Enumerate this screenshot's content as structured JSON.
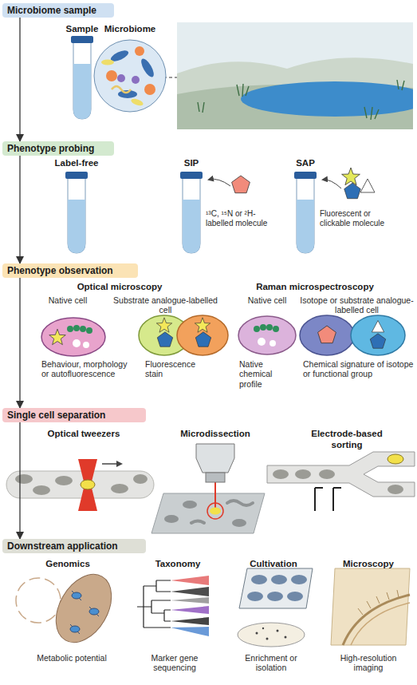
{
  "diagram": {
    "nodes": [
      {
        "text": [
          "Microbiome sample"
        ]
      },
      {
        "text": [
          "Phenotype probing"
        ]
      },
      {
        "text": [
          "Phenotype observation"
        ]
      },
      {
        "text": [
          "Single cell separation"
        ]
      },
      {
        "text": [
          "Downstream application"
        ]
      }
    ],
    "edges": [
      {
        "from": 0,
        "to": 1,
        "arrow": "to"
      },
      {
        "from": 1,
        "to": 2,
        "arrow": "to"
      },
      {
        "from": 2,
        "to": 3,
        "arrow": "to"
      },
      {
        "from": 3,
        "to": 4,
        "arrow": "to"
      }
    ],
    "labels": [
      "Sample",
      "Microbiome",
      "Label-free",
      "SIP",
      "SAP",
      "¹³C, ¹⁵N or ²H-labelled molecule",
      "Fluorescent or clickable molecule",
      "Optical microscopy",
      "Raman microspectroscopy",
      "Native cell",
      "Substrate analogue-labelled cell",
      "Native cell",
      "Isotope or substrate analogue-labelled cell",
      "Behaviour, morphology or autofluorescence",
      "Fluorescence stain",
      "Native chemical profile",
      "Chemical signature of isotope or functional group",
      "Optical tweezers",
      "Microdissection",
      "Electrode-based sorting",
      "Genomics",
      "Taxonomy",
      "Cultivation",
      "Microscopy",
      "Metabolic potential",
      "Marker gene sequencing",
      "Enrichment or isolation",
      "High-resolution imaging"
    ]
  }
}
